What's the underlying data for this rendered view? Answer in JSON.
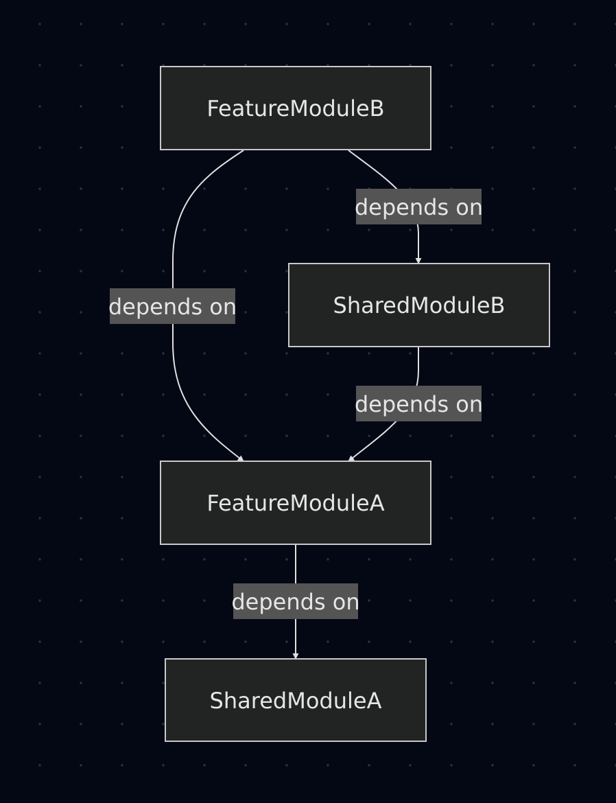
{
  "diagram": {
    "nodes": {
      "feature_b": "FeatureModuleB",
      "shared_b": "SharedModuleB",
      "feature_a": "FeatureModuleA",
      "shared_a": "SharedModuleA"
    },
    "edges": [
      {
        "from": "FeatureModuleB",
        "to": "SharedModuleB",
        "label": "depends on"
      },
      {
        "from": "FeatureModuleB",
        "to": "FeatureModuleA",
        "label": "depends on"
      },
      {
        "from": "SharedModuleB",
        "to": "FeatureModuleA",
        "label": "depends on"
      },
      {
        "from": "FeatureModuleA",
        "to": "SharedModuleA",
        "label": "depends on"
      }
    ],
    "colors": {
      "background": "#040814",
      "node_fill": "#222323",
      "node_stroke": "#c9c9c9",
      "edge": "#e0e0e0",
      "label_bg": "#545454",
      "text": "#e6e6e6"
    }
  }
}
